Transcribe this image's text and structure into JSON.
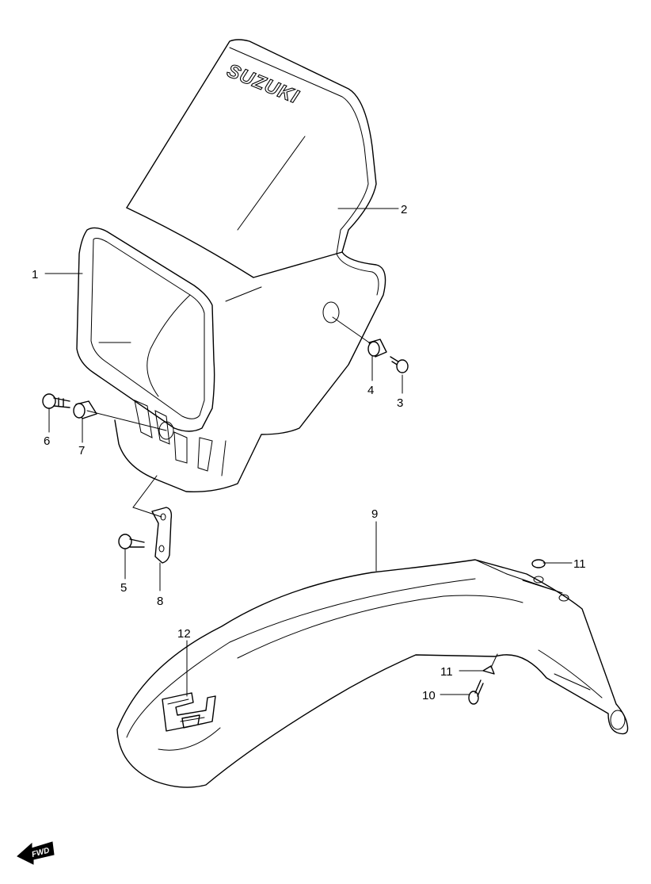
{
  "brand_text": "SUZUKI",
  "fwd_text": "FWD",
  "callouts": [
    {
      "id": "1",
      "label": "1"
    },
    {
      "id": "2",
      "label": "2"
    },
    {
      "id": "3",
      "label": "3"
    },
    {
      "id": "4",
      "label": "4"
    },
    {
      "id": "5",
      "label": "5"
    },
    {
      "id": "6",
      "label": "6"
    },
    {
      "id": "7",
      "label": "7"
    },
    {
      "id": "8",
      "label": "8"
    },
    {
      "id": "9",
      "label": "9"
    },
    {
      "id": "10",
      "label": "10"
    },
    {
      "id": "11a",
      "label": "11"
    },
    {
      "id": "11b",
      "label": "11"
    },
    {
      "id": "12",
      "label": "12"
    }
  ]
}
